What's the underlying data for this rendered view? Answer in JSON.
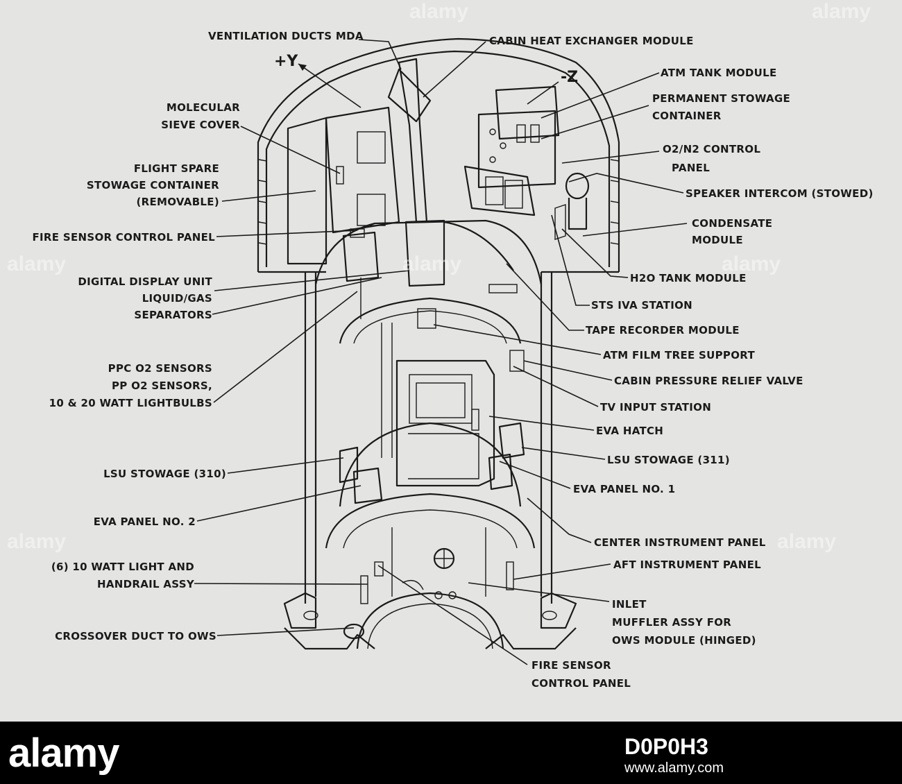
{
  "axes": {
    "y": "+Y",
    "z": "-Z"
  },
  "labels": {
    "ventilation_ducts": "VENTILATION DUCTS MDA",
    "cabin_heat_exchanger": "CABIN HEAT EXCHANGER MODULE",
    "atm_tank": "ATM TANK MODULE",
    "permanent_stowage_1": "PERMANENT STOWAGE",
    "permanent_stowage_2": "CONTAINER",
    "o2n2_1": "O2/N2 CONTROL",
    "o2n2_2": "PANEL",
    "speaker_intercom": "SPEAKER INTERCOM (STOWED)",
    "condensate_1": "CONDENSATE",
    "condensate_2": "MODULE",
    "h2o_tank": "H2O TANK MODULE",
    "sts_iva": "STS IVA STATION",
    "tape_recorder": "TAPE RECORDER MODULE",
    "atm_film": "ATM FILM TREE SUPPORT",
    "cabin_pressure": "CABIN PRESSURE RELIEF VALVE",
    "tv_input": "TV INPUT STATION",
    "eva_hatch": "EVA HATCH",
    "lsu_311": "LSU STOWAGE (311)",
    "eva_panel_1": "EVA PANEL NO. 1",
    "center_instrument": "CENTER INSTRUMENT PANEL",
    "aft_instrument": "AFT INSTRUMENT PANEL",
    "inlet": "INLET",
    "muffler_1": "MUFFLER ASSY FOR",
    "muffler_2": "OWS MODULE (HINGED)",
    "fire_sensor_bottom_1": "FIRE SENSOR",
    "fire_sensor_bottom_2": "CONTROL PANEL",
    "molecular_1": "MOLECULAR",
    "molecular_2": "SIEVE COVER",
    "flight_spare_1": "FLIGHT SPARE",
    "flight_spare_2": "STOWAGE CONTAINER",
    "flight_spare_3": "(REMOVABLE)",
    "fire_sensor_top": "FIRE SENSOR CONTROL PANEL",
    "digital_display": "DIGITAL DISPLAY UNIT",
    "liquid_gas": "LIQUID/GAS",
    "separators": "SEPARATORS",
    "ppc_1": "PPC O2 SENSORS",
    "ppc_2": "PP O2 SENSORS,",
    "ppc_3": "10 & 20 WATT LIGHTBULBS",
    "lsu_310": "LSU STOWAGE (310)",
    "eva_panel_2": "EVA PANEL NO. 2",
    "light_handrail_1": "(6) 10 WATT LIGHT AND",
    "light_handrail_2": "HANDRAIL ASSY",
    "crossover": "CROSSOVER DUCT TO OWS"
  },
  "watermark": "alamy",
  "footer": {
    "brand": "alamy",
    "image_id": "D0P0H3",
    "website": "www.alamy.com"
  },
  "colors": {
    "background": "#e4e4e2",
    "ink": "#1a1a1a",
    "footer": "#000000"
  }
}
